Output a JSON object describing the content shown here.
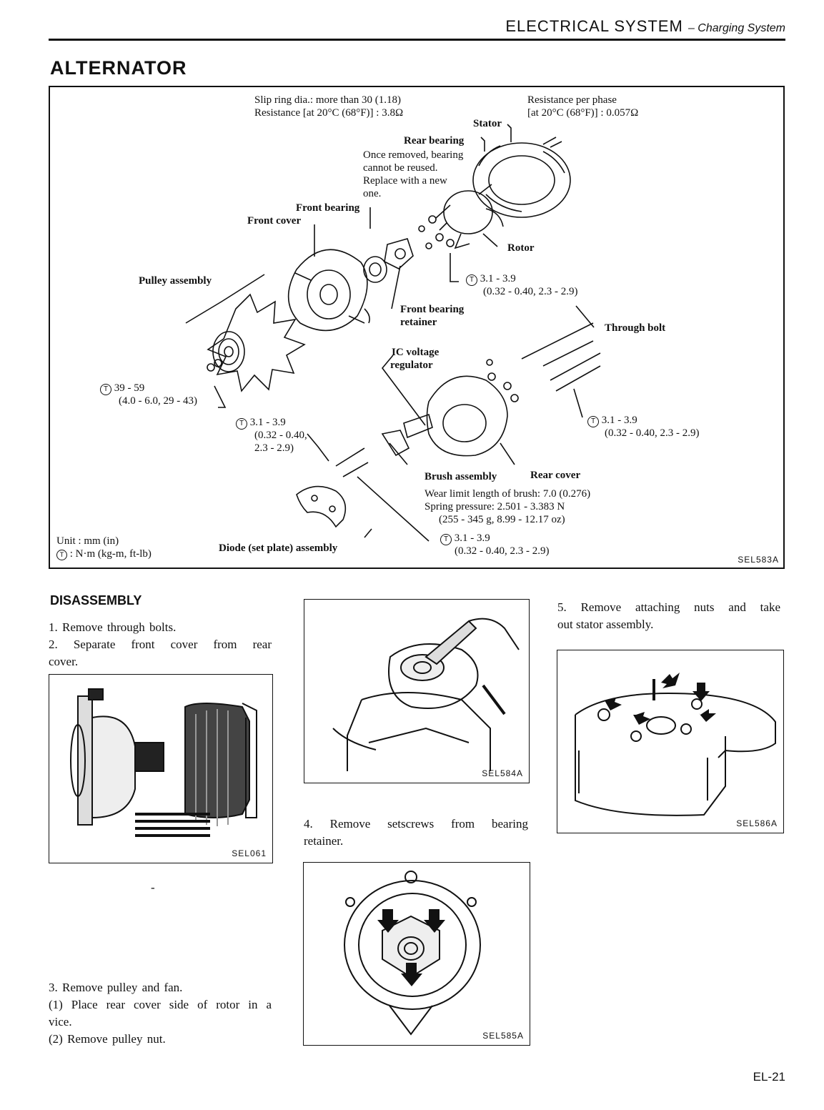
{
  "header": {
    "section": "ELECTRICAL SYSTEM",
    "subsection": "– Charging System"
  },
  "page_title": "ALTERNATOR",
  "main_figure": {
    "labels": {
      "slip_ring_1": "Slip ring dia.: more than 30 (1.18)",
      "slip_ring_2": "Resistance [at 20°C (68°F)] : 3.8Ω",
      "res_phase_1": "Resistance per phase",
      "res_phase_2": "[at 20°C (68°F)] : 0.057Ω",
      "stator": "Stator",
      "rear_bearing": "Rear bearing",
      "rear_bearing_note_1": "Once removed, bearing",
      "rear_bearing_note_2": "cannot be reused.",
      "rear_bearing_note_3": "Replace with a new",
      "rear_bearing_note_4": "one.",
      "front_bearing": "Front bearing",
      "front_cover": "Front cover",
      "rotor": "Rotor",
      "torque_rotor_1": "3.1 - 3.9",
      "torque_rotor_2": "(0.32 - 0.40, 2.3 - 2.9)",
      "pulley_assembly": "Pulley assembly",
      "front_bearing_retainer_1": "Front bearing",
      "front_bearing_retainer_2": "retainer",
      "through_bolt": "Through bolt",
      "ic_regulator_1": "IC voltage",
      "ic_regulator_2": "regulator",
      "torque_pulley_1": "39 - 59",
      "torque_pulley_2": "(4.0 - 6.0, 29 - 43)",
      "torque_diode_1": "3.1 - 3.9",
      "torque_diode_2": "(0.32 - 0.40,",
      "torque_diode_3": "2.3 - 2.9)",
      "torque_bolt_1": "3.1 - 3.9",
      "torque_bolt_2": "(0.32 - 0.40, 2.3 - 2.9)",
      "brush_assembly": "Brush assembly",
      "rear_cover": "Rear cover",
      "brush_wear": "Wear limit length of brush: 7.0 (0.276)",
      "spring_pressure_1": "Spring pressure: 2.501 - 3.383 N",
      "spring_pressure_2": "(255 - 345 g, 8.99 - 12.17 oz)",
      "torque_brush_1": "3.1 - 3.9",
      "torque_brush_2": "(0.32 - 0.40, 2.3 - 2.9)",
      "unit_1": "Unit : mm (in)",
      "unit_2": ": N·m (kg-m, ft-lb)",
      "diode_assembly": "Diode (set plate) assembly",
      "torque_symbol": "T"
    },
    "code": "SEL583A"
  },
  "disassembly": {
    "heading": "DISASSEMBLY",
    "step1": "1. Remove through bolts.",
    "step2a": "2. Separate front cover from rear",
    "step2b": "cover.",
    "fig1_code": "SEL061",
    "step3": "3. Remove pulley and fan.",
    "step3_1a": "(1) Place rear cover side of rotor in a",
    "step3_1b": "vice.",
    "step3_2": "(2) Remove pulley nut.",
    "fig2_code": "SEL584A",
    "step4a": "4. Remove setscrews from bearing",
    "step4b": "retainer.",
    "fig3_code": "SEL585A",
    "step5a": "5. Remove attaching nuts and take",
    "step5b": "out stator assembly.",
    "fig4_code": "SEL586A"
  },
  "page_number": "EL-21"
}
